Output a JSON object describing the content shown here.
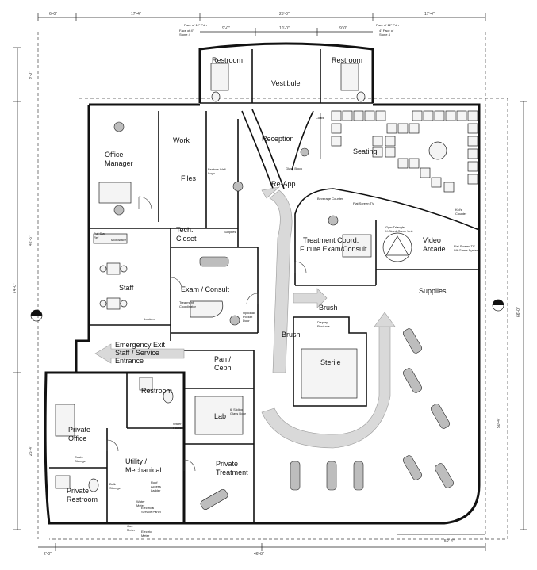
{
  "rooms": {
    "restroom_left": "Restroom",
    "restroom_right": "Restroom",
    "vestibule": "Vestibule",
    "reception": "Reception",
    "seating": "Seating",
    "work": "Work",
    "files": "Files",
    "office_manager": "Office\nManager",
    "re_app": "Re-App",
    "tech_closet": "Tech.\nCloset",
    "treatment_coord": "Treatment Coord.\nFuture Exam/Consult",
    "video_arcade": "Video\nArcade",
    "staff": "Staff",
    "exam_consult": "Exam / Consult",
    "supplies": "Supplies",
    "brush_top": "Brush",
    "brush_left": "Brush",
    "sterile": "Sterile",
    "emergency_exit": "Emergency Exit\nStaff / Service\nEntrance",
    "pan_ceph": "Pan /\nCeph",
    "restroom_staff": "Restroom",
    "lab": "Lab",
    "private_office": "Private\nOffice",
    "utility": "Utility /\nMechanical",
    "private_treatment": "Private\nTreatment",
    "private_restroom": "Private\nRestroom"
  },
  "dimensions": {
    "top": [
      "6'-0\"",
      "17'-4\"",
      "25'-0\"",
      "17'-4\""
    ],
    "top_sub": [
      "9'-0\"",
      "10'-0\"",
      "9'-0\""
    ],
    "left": [
      "9'-0\"",
      "42'-6\"",
      "74'-0\"",
      "25'-4\""
    ],
    "right": [
      "66'-0\"",
      "50'-4\""
    ],
    "bottom": [
      "2'-0\"",
      "46'-8\"",
      "50'-4\""
    ]
  },
  "notes": {
    "face_of_12_left": "Face of 12\" Pdn",
    "face_of_4_left": "Face of 4\"\nStone 4",
    "face_of_12_right": "Face of 12\" Pdn",
    "face_of_4_right": "4\" Face of\nStone 4",
    "feature_wall": "Feature Wall\nLogo",
    "glass_block": "Glass Block",
    "flat_screen": "Flat Screen TV",
    "flat_screen_wii": "Flat Screen TV\nWii Game System",
    "game_unit": "Gym/Triangle\nX-Sided Game Unit",
    "beverage_counter": "Beverage Counter",
    "optional_pocket_door": "Optional\nPocket\nDoor",
    "treatment_coordinator": "Treatment\nCoordinator",
    "display_products": "Display\nProducts",
    "lab_sliding_door": "6' Sliding\nGlass Door",
    "electric_service_panel": "Electrical\nService Panel",
    "gas_meter": "Gas\nMeter",
    "electric_meter": "Electric\nMeter",
    "lockers": "Lockers",
    "microwave": "Microwave",
    "full_size_ref": "Full Size\nRef",
    "bulk_storage": "Bulk\nStorage",
    "coats_storage": "Coats\nStorage",
    "kids_counter": "Kid's\nCounter",
    "roof_access_ladder": "Roof\nAccess\nLadder",
    "water_heater": "Water\nHeater",
    "water_meter": "Water\nMeter",
    "supplies_small": "Supplies",
    "coats": "Coats"
  }
}
